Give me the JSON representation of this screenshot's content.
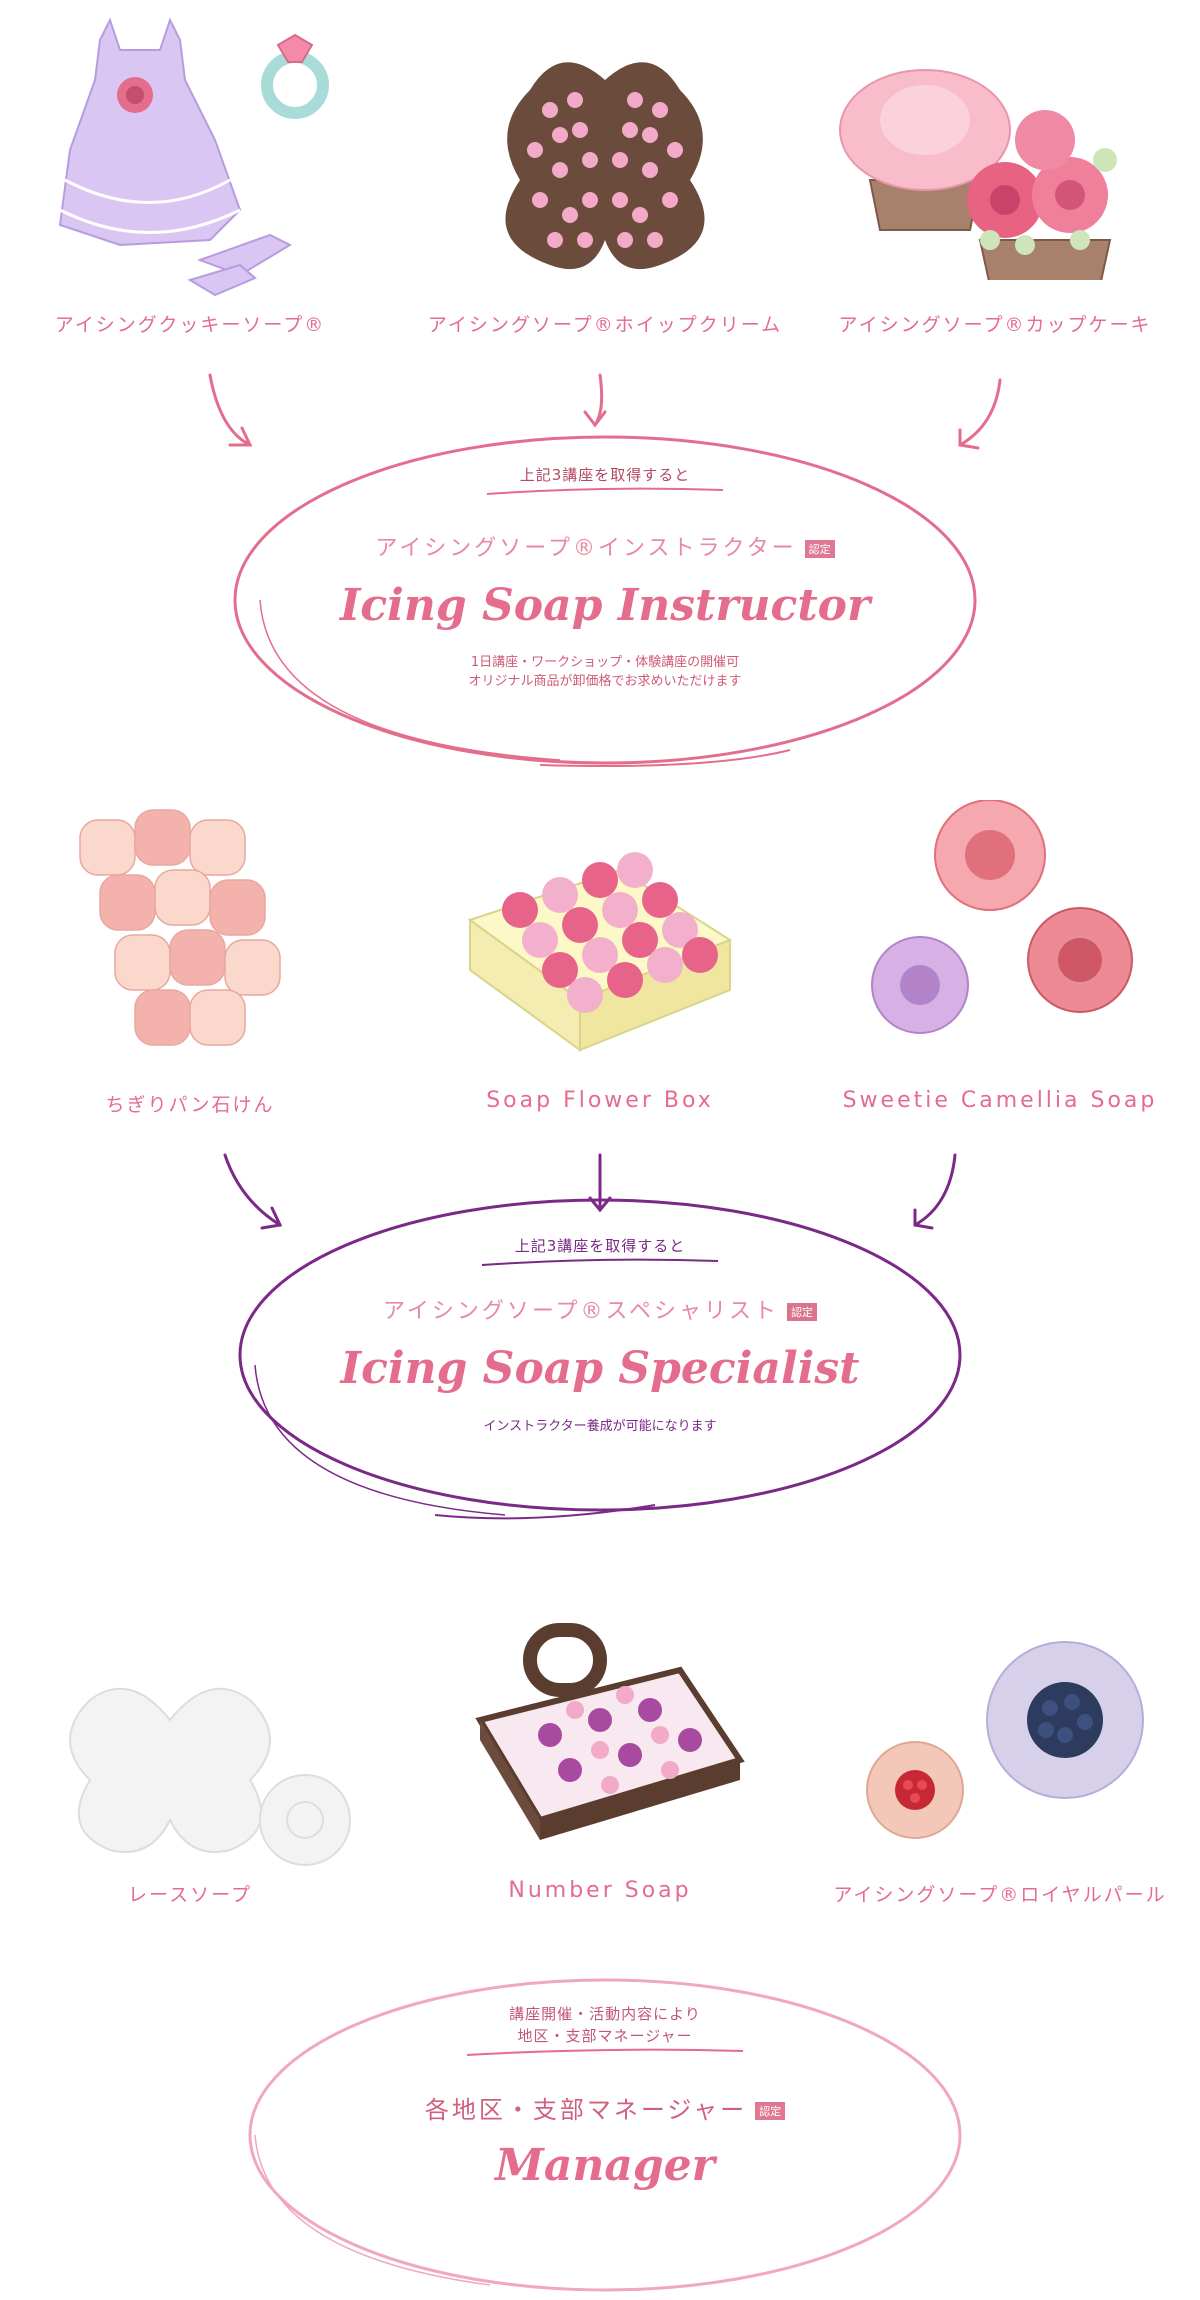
{
  "row1": {
    "items": [
      {
        "label": "アイシングクッキーソープ®"
      },
      {
        "label": "アイシングソープ®ホイップクリーム"
      },
      {
        "label": "アイシングソープ®カップケーキ"
      }
    ]
  },
  "instructor": {
    "pre": "上記3講座を取得すると",
    "name": "アイシングソープ®インストラクター",
    "badge": "認定",
    "title": "Icing Soap Instructor",
    "desc1": "1日講座・ワークショップ・体験講座の開催可",
    "desc2": "オリジナル商品が卸価格でお求めいただけます"
  },
  "row2": {
    "items": [
      {
        "label": "ちぎりパン石けん"
      },
      {
        "label": "Soap Flower Box"
      },
      {
        "label": "Sweetie Camellia Soap"
      }
    ]
  },
  "specialist": {
    "pre": "上記3講座を取得すると",
    "name": "アイシングソープ®スペシャリスト",
    "badge": "認定",
    "title": "Icing Soap Specialist",
    "desc1": "インストラクター養成が可能になります"
  },
  "row3": {
    "items": [
      {
        "label": "レースソープ"
      },
      {
        "label": "Number Soap"
      },
      {
        "label": "アイシングソープ®ロイヤルパール"
      }
    ]
  },
  "manager": {
    "pre1": "講座開催・活動内容により",
    "pre2": "地区・支部マネージャー",
    "name": "各地区・支部マネージャー",
    "badge": "認定",
    "title": "Manager"
  },
  "colors": {
    "pink": "#e46c8c",
    "purple": "#7a2a86"
  }
}
